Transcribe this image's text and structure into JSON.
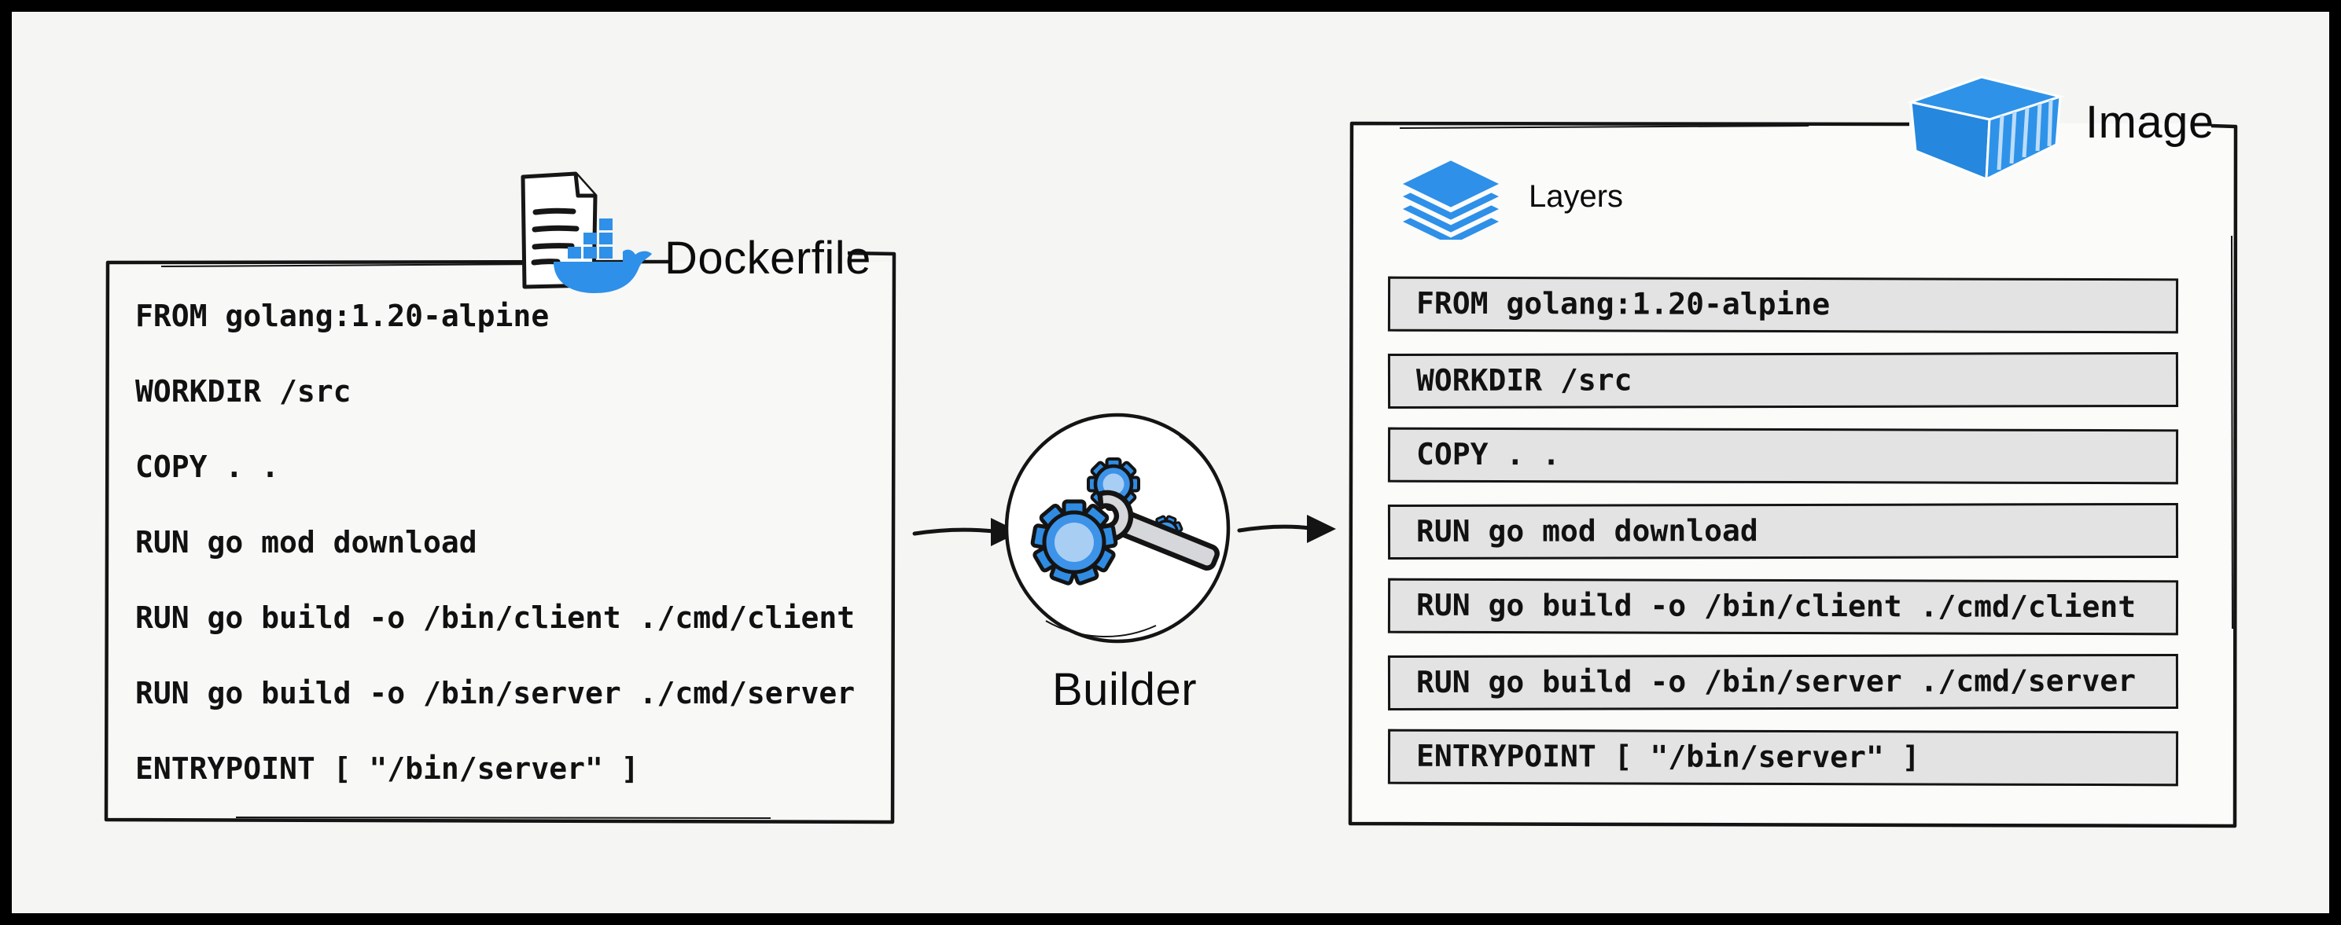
{
  "colors": {
    "accent_blue": "#2e90e8",
    "accent_blue_dark": "#2587dd",
    "accent_blue_light": "#a9cef3",
    "row_fill": "#e3e3e3",
    "ink": "#141414",
    "background": "#f5f5f3",
    "wrench_gray": "#d5d7da"
  },
  "dockerfile_panel": {
    "label": "Dockerfile",
    "lines": [
      "FROM golang:1.20-alpine",
      "WORKDIR /src",
      "COPY . .",
      "RUN go mod download",
      "RUN go build -o /bin/client ./cmd/client",
      "RUN go build -o /bin/server ./cmd/server",
      "ENTRYPOINT [ \"/bin/server\" ]"
    ]
  },
  "builder": {
    "label": "Builder"
  },
  "image_panel": {
    "label": "Image",
    "layers_label": "Layers",
    "layers": [
      "FROM golang:1.20-alpine",
      "WORKDIR /src",
      "COPY . .",
      "RUN go mod download",
      "RUN go build -o /bin/client ./cmd/client",
      "RUN go build -o /bin/server ./cmd/server",
      "ENTRYPOINT [ \"/bin/server\" ]"
    ]
  }
}
